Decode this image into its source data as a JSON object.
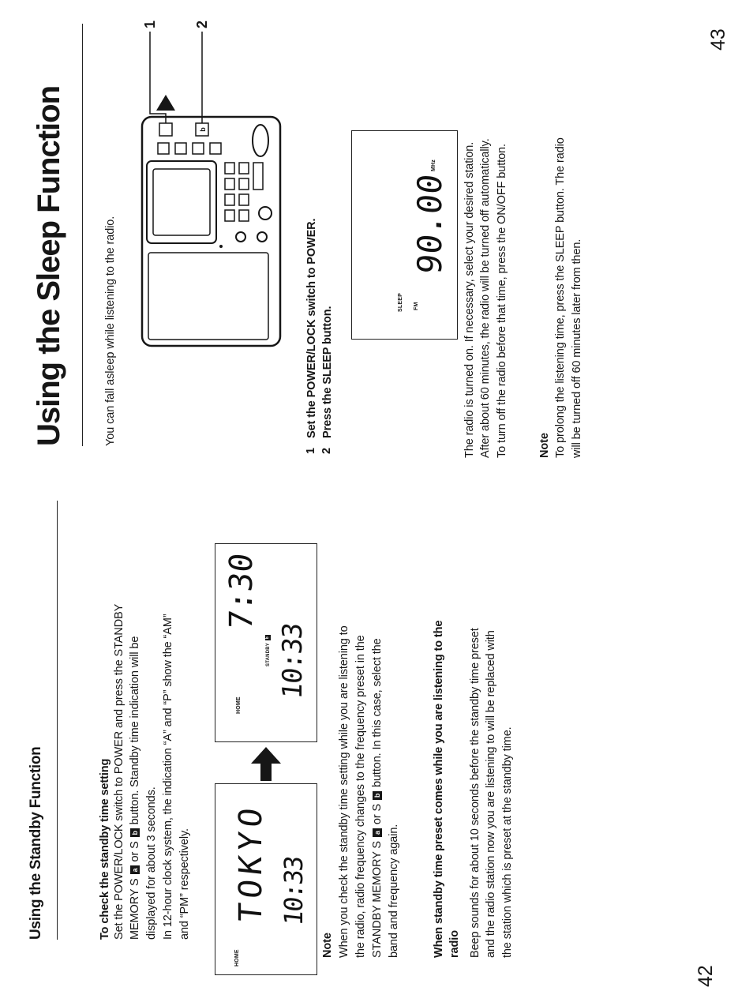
{
  "left_page": {
    "title": "Using the Standby Function",
    "heading": "To check the standby time setting",
    "button_a": "a",
    "button_b": "b",
    "para1": {
      "line1": "Set the POWER/LOCK switch to POWER and press the STANDBY",
      "line2_pre": "MEMORY S",
      "line2_mid": "or S",
      "line2_post": "button.  Standby time indication will be",
      "line3": "displayed for about 3 seconds.",
      "line4": "In 12-hour clock system, the indication “A” and “P” show the “AM”",
      "line5": "and “PM” respectively."
    },
    "display_before": {
      "label": "HOME",
      "city": "TOKYO",
      "time": "10:33"
    },
    "display_after": {
      "label": "HOME",
      "standby_time": "7:30",
      "standby_label": "STANDBY",
      "standby_badge": "b",
      "time": "10:33"
    },
    "arrow_icon": "arrow-up-icon",
    "note": {
      "title": "Note",
      "line1": "When you check the standby time setting while you are listening to",
      "line2": "the radio, radio frequency changes to the frequency preset in the",
      "line3_pre": "STANDBY MEMORY S",
      "line3_mid": "or S",
      "line3_post": "button. In this case, select the",
      "line4": "band and frequency again."
    },
    "heading2": {
      "line1": "When standby time preset comes while you are listening to the",
      "line2": "radio"
    },
    "para2": {
      "line1": "Beep sounds for about 10 seconds before the standby time preset",
      "line2": "and the radio station now you are listening to will be replaced with",
      "line3": "the station which is preset at the standby time."
    },
    "page_number": "42"
  },
  "right_page": {
    "title": "Using the Sleep Function",
    "intro": "You can fall asleep while listening to the radio.",
    "callouts": [
      "1",
      "2"
    ],
    "radio_button_label": "b",
    "steps": [
      {
        "num": "1",
        "text": "Set the POWER/LOCK switch to POWER."
      },
      {
        "num": "2",
        "text": "Press the SLEEP button."
      }
    ],
    "display": {
      "sleep": "SLEEP",
      "band": "FM",
      "frequency": "90.00",
      "unit": "MHz"
    },
    "para": {
      "line1": "The radio is turned on.  If necessary, select your desired station.",
      "line2": "After about 60 minutes, the radio will be turned off automatically.",
      "line3": "To turn off the radio before that time, press the ON/OFF button."
    },
    "note": {
      "title": "Note",
      "line1": "To prolong the listening time, press the SLEEP button. The radio",
      "line2": "will be turned off 60 minutes later from then."
    },
    "page_number": "43"
  }
}
